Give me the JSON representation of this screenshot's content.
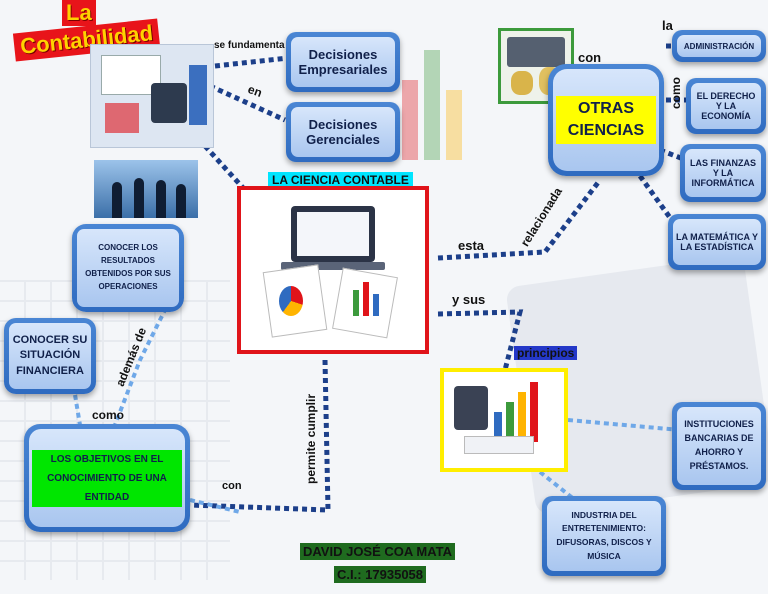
{
  "title": "La Contabilidad",
  "title_line1": "La",
  "title_line2": "Contabilidad",
  "central": "LA CIENCIA CONTABLE",
  "nodes": {
    "decisiones_empresariales": "Decisiones Empresariales",
    "decisiones_gerenciales": "Decisiones Gerenciales",
    "otras_ciencias": "OTRAS CIENCIAS",
    "administracion": "ADMINISTRACIÓN",
    "derecho": "EL DERECHO Y LA ECONOMÍA",
    "finanzas": "LAS FINANZAS Y LA INFORMÁTICA",
    "matematica": "LA MATEMÁTICA Y LA ESTADÍSTICA",
    "conocer_resultados": "CONOCER LOS RESULTADOS OBTENIDOS POR SUS OPERACIONES",
    "conocer_situacion": "CONOCER SU SITUACIÓN FINANCIERA",
    "objetivos": "LOS OBJETIVOS EN EL CONOCIMIENTO DE UNA ENTIDAD",
    "instituciones": "INSTITUCIONES BANCARIAS DE AHORRO Y PRÉSTAMOS.",
    "industria": "INDUSTRIA DEL ENTRETENIMIENTO: DIFUSORAS, DISCOS Y MÚSICA"
  },
  "connectors": {
    "se_fundamenta": "se fundamenta",
    "en": "en",
    "con_top": "con",
    "la": "la",
    "como_right": "como",
    "relacionada": "relacionada",
    "esta": "esta",
    "y_sus": "y sus",
    "principios": "principios",
    "ademas_de": "además de",
    "como_left": "como",
    "permite_cumplir": "permite cumplir",
    "con_bottom": "con"
  },
  "author": {
    "name": "DAVID JOSÉ COA MATA",
    "id": "C.I.: 17935058"
  },
  "colors": {
    "node_blue": "#2f6bc0",
    "node_light": "#c4d9f6",
    "central_frame": "#e0141a",
    "principios_frame": "#ffee00",
    "title_bg": "#e8141a",
    "title_text": "#ffd200",
    "author_bg": "#1f6b1f",
    "connector_dots": "#1c3f8a"
  }
}
